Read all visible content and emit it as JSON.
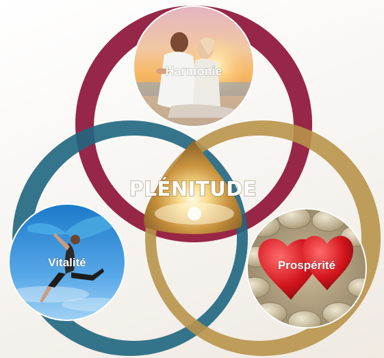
{
  "center": {
    "label": "PLÉNITUDE"
  },
  "nodes": [
    {
      "id": "harmonie",
      "label": "Harmonie",
      "photo": "couple-meditating-at-sunset",
      "ring_color": "#8e1538"
    },
    {
      "id": "vitalite",
      "label": "Vitalité",
      "photo": "woman-jumping-sky",
      "ring_color": "#2a6d84"
    },
    {
      "id": "prosperite",
      "label": "Prospérité",
      "photo": "red-hearts-on-coins",
      "ring_color": "#b8934a"
    }
  ]
}
